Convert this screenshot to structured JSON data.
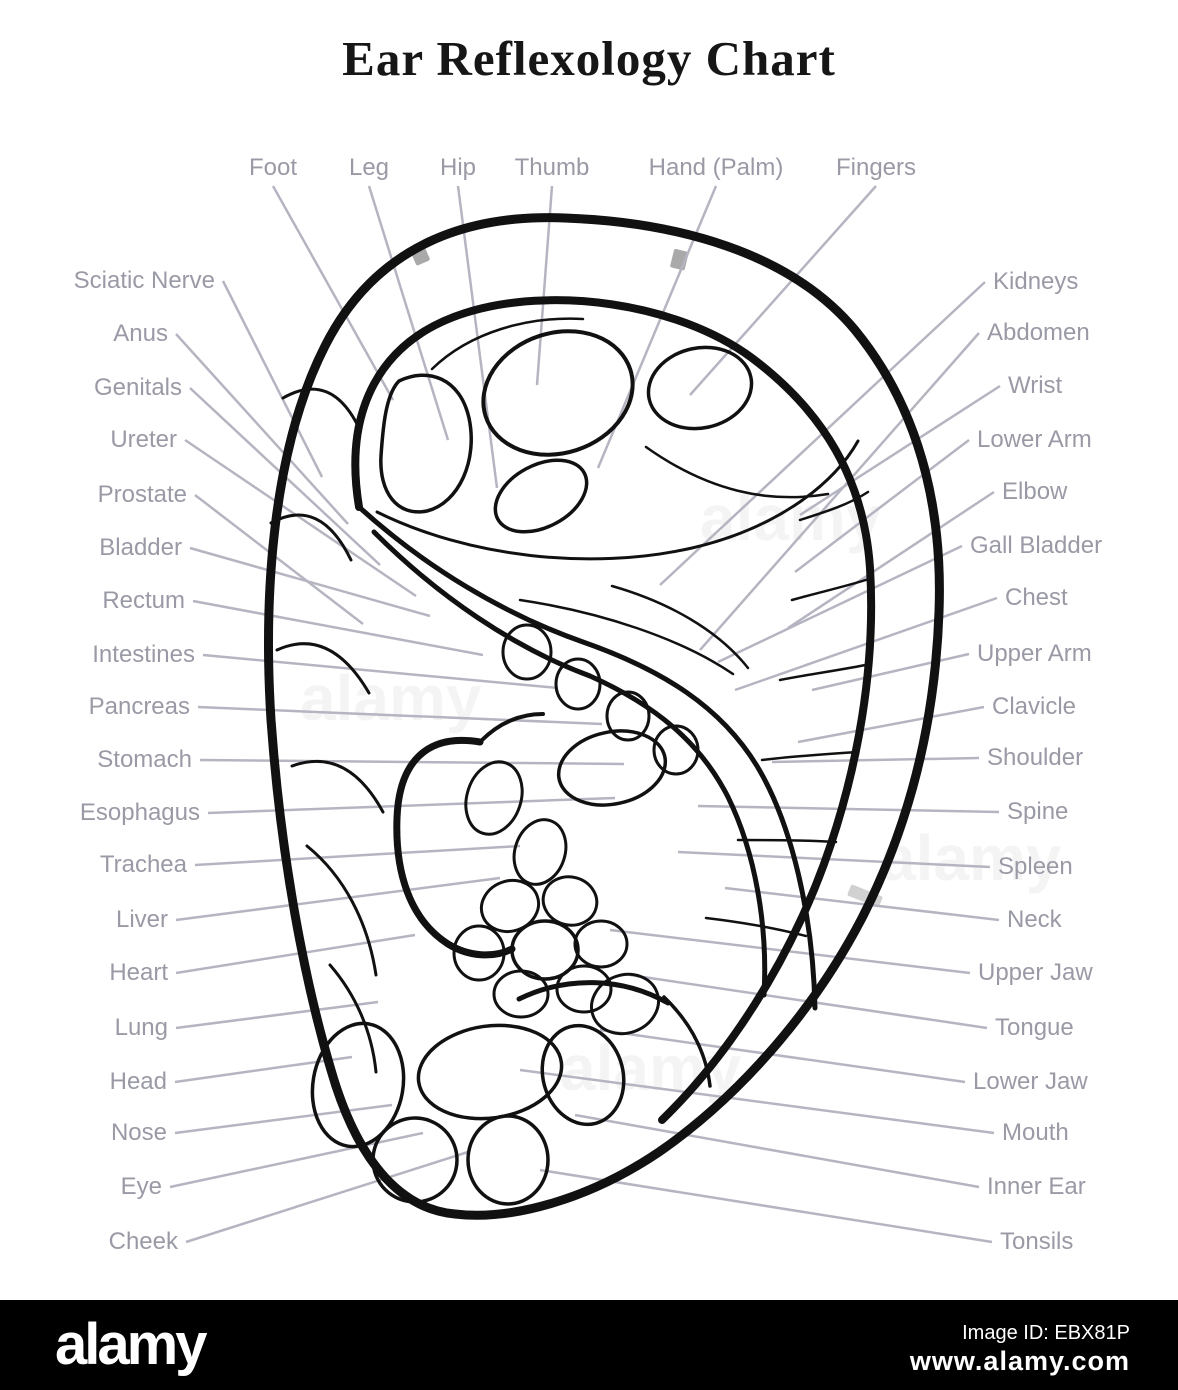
{
  "title": "Ear Reflexology Chart",
  "diagram": {
    "top_labels": [
      "Foot",
      "Leg",
      "Hip",
      "Thumb",
      "Hand (Palm)",
      "Fingers"
    ],
    "left_labels": [
      "Sciatic Nerve",
      "Anus",
      "Genitals",
      "Ureter",
      "Prostate",
      "Bladder",
      "Rectum",
      "Intestines",
      "Pancreas",
      "Stomach",
      "Esophagus",
      "Trachea",
      "Liver",
      "Heart",
      "Lung",
      "Head",
      "Nose",
      "Eye",
      "Cheek"
    ],
    "right_labels": [
      "Kidneys",
      "Abdomen",
      "Wrist",
      "Lower Arm",
      "Elbow",
      "Gall Bladder",
      "Chest",
      "Upper Arm",
      "Clavicle",
      "Shoulder",
      "Spine",
      "Spleen",
      "Neck",
      "Upper Jaw",
      "Tongue",
      "Lower Jaw",
      "Mouth",
      "Inner Ear",
      "Tonsils"
    ]
  },
  "colors": {
    "label_text": "#9a9aa6",
    "leader_line": "#b5b5c2",
    "drawing_line": "#111111",
    "footer_bg": "#000000",
    "footer_text": "#ffffff"
  },
  "footer": {
    "brand": "alamy",
    "image_id": "Image ID: EBX81P",
    "url": "www.alamy.com"
  },
  "watermark": {
    "text": "alamy"
  }
}
